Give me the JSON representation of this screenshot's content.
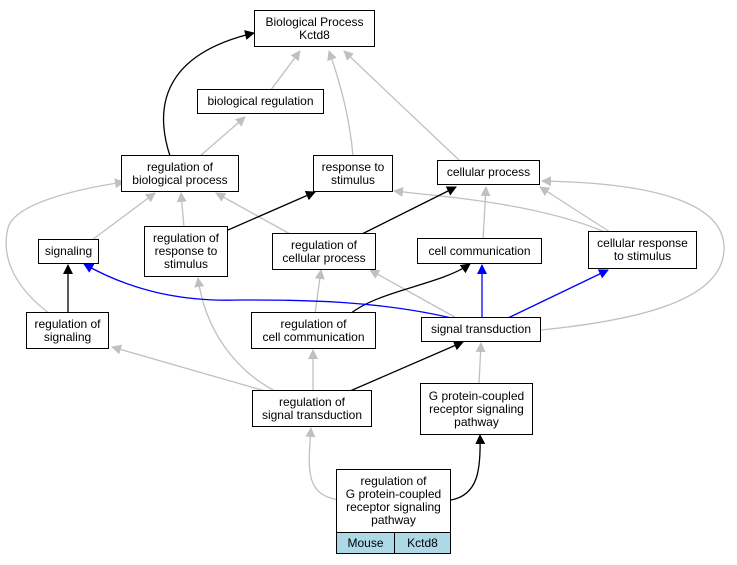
{
  "nodes": {
    "bp": [
      "Biological Process",
      "Kctd8"
    ],
    "biological_regulation": [
      "biological regulation"
    ],
    "regulation_of_biological_process": [
      "regulation of",
      "biological process"
    ],
    "response_to_stimulus": [
      "response to",
      "stimulus"
    ],
    "cellular_process": [
      "cellular process"
    ],
    "signaling": [
      "signaling"
    ],
    "regulation_of_response_to_stimulus": [
      "regulation of",
      "response to",
      "stimulus"
    ],
    "regulation_of_cellular_process": [
      "regulation of",
      "cellular process"
    ],
    "cell_communication": [
      "cell communication"
    ],
    "cellular_response_to_stimulus": [
      "cellular response",
      "to stimulus"
    ],
    "regulation_of_signaling": [
      "regulation of",
      "signaling"
    ],
    "regulation_of_cell_communication": [
      "regulation of",
      "cell communication"
    ],
    "signal_transduction": [
      "signal transduction"
    ],
    "regulation_of_signal_transduction": [
      "regulation of",
      "signal transduction"
    ],
    "gpcr_pathway": [
      "G protein-coupled",
      "receptor signaling",
      "pathway"
    ],
    "regulation_of_gpcr_pathway": [
      "regulation of",
      "G protein-coupled",
      "receptor signaling",
      "pathway"
    ]
  },
  "annotation": {
    "organism": "Mouse",
    "gene": "Kctd8",
    "fill": "#add8e6"
  },
  "edge_colors": {
    "is_a": "#c0c0c0",
    "regulates": "#000000",
    "part_of": "#0000ff"
  }
}
